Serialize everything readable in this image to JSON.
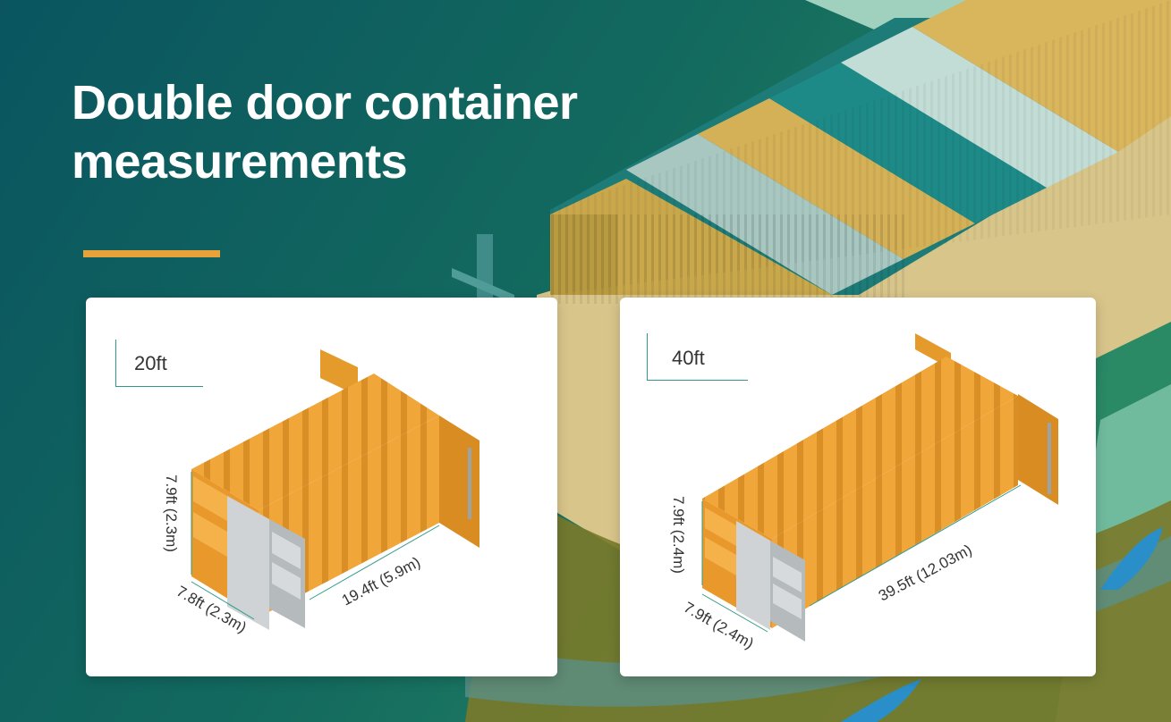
{
  "title_lines": [
    "Double door container",
    "measurements"
  ],
  "colors": {
    "background_dark": "#0b5a5f",
    "background_mid": "#16715f",
    "accent": "#e8a23a",
    "container_orange": "#f0a63c",
    "dimension_line": "#2f9a8a"
  },
  "containers": [
    {
      "label": "20ft",
      "height": "7.9ft (2.3m)",
      "width": "7.8ft (2.3m)",
      "length": "19.4ft (5.9m)"
    },
    {
      "label": "40ft",
      "height": "7.9ft (2.4m)",
      "width": "7.9ft (2.4m)",
      "length": "39.5ft (12.03m)"
    }
  ]
}
